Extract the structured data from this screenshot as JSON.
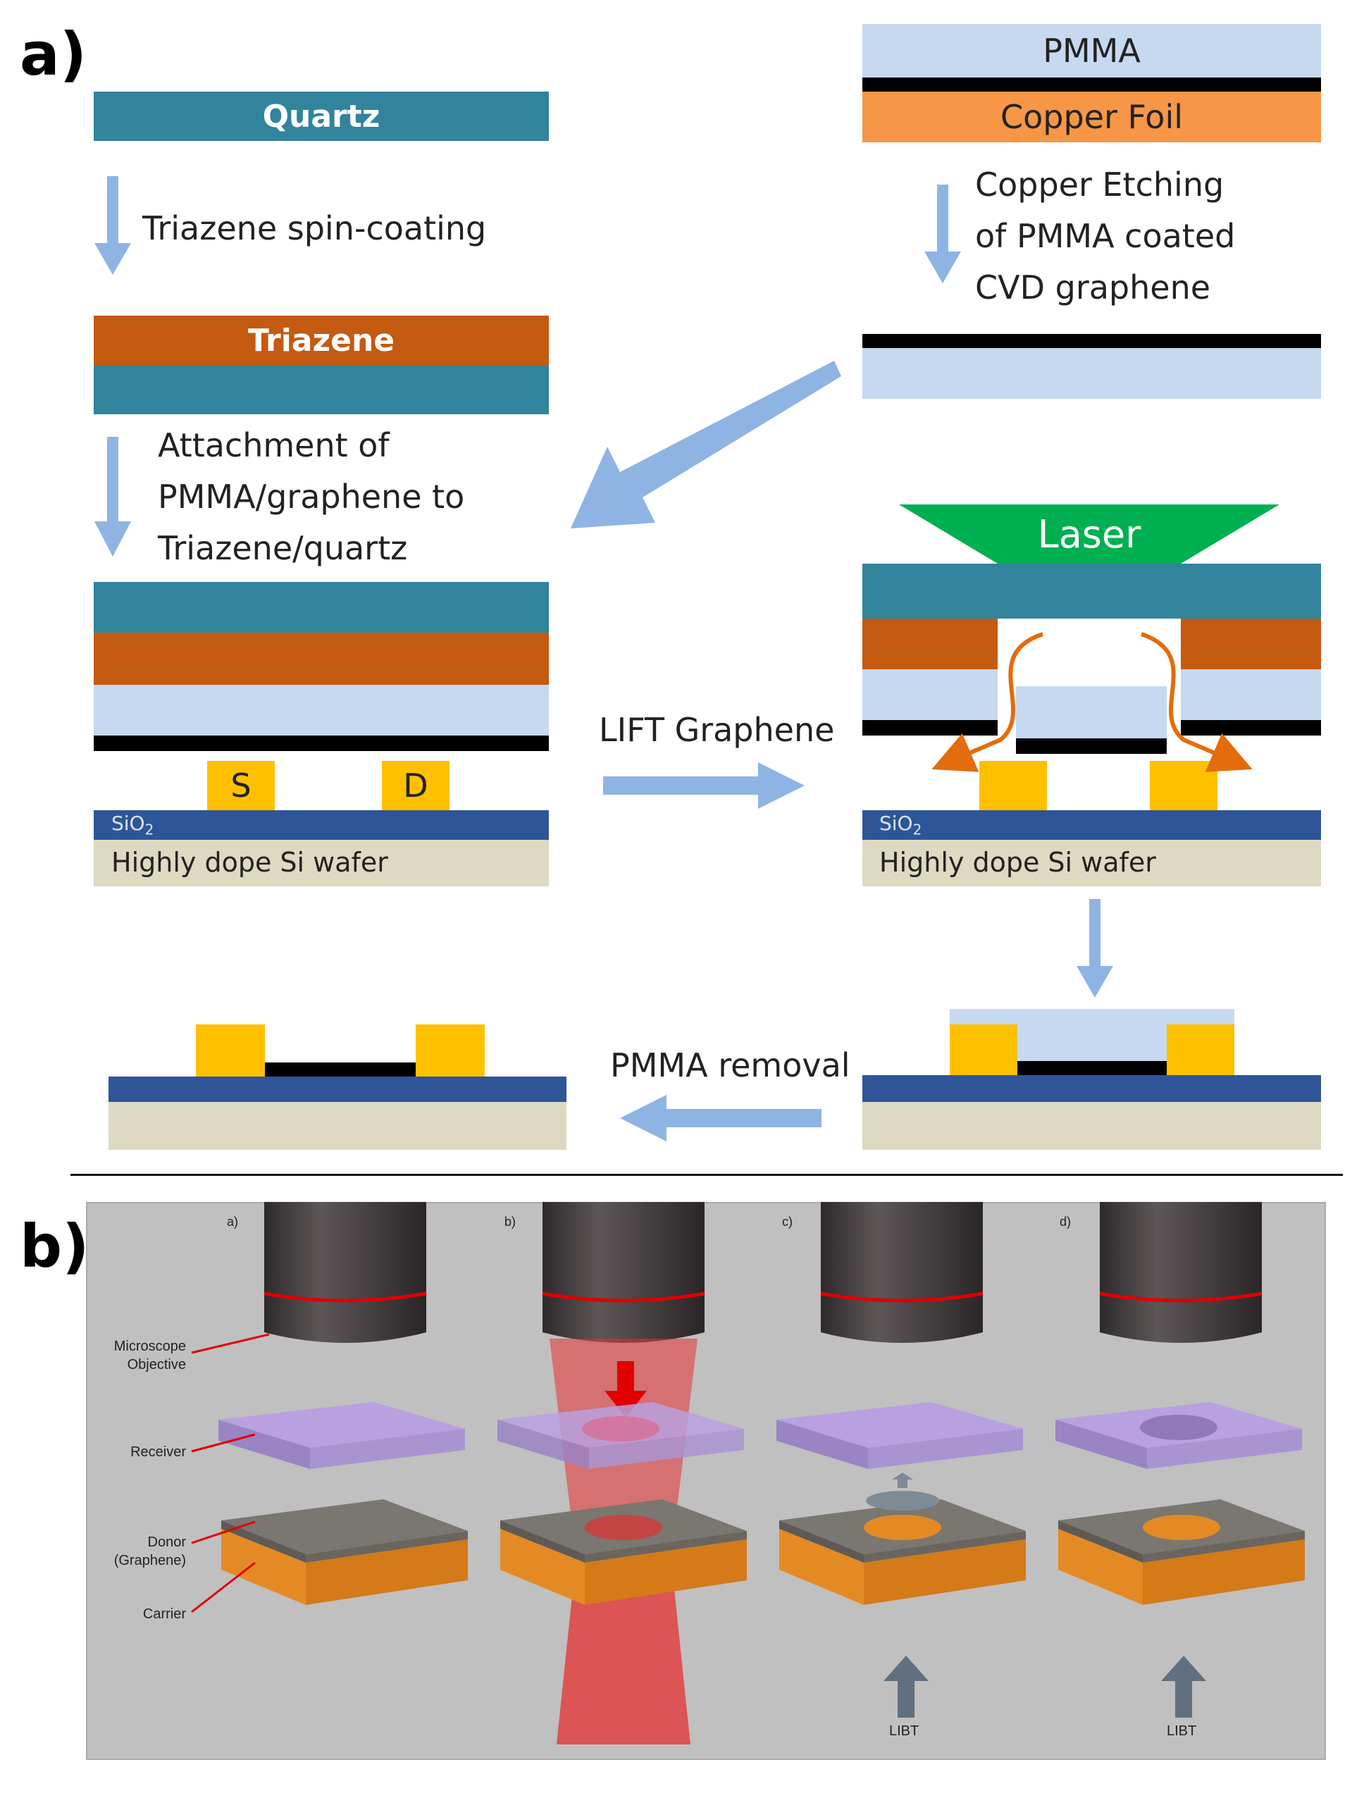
{
  "panel_a": {
    "label": "a)",
    "layers": {
      "quartz": "Quartz",
      "triazene": "Triazene",
      "pmma": "PMMA",
      "copper_foil": "Copper Foil",
      "laser": "Laser",
      "source": "S",
      "drain": "D",
      "sio2_base": "SiO",
      "sio2_sub": "2",
      "wafer": "Highly dope Si wafer"
    },
    "steps": {
      "spin_coating": "Triazene spin-coating",
      "attachment": [
        "Attachment of",
        "PMMA/graphene to",
        "Triazene/quartz"
      ],
      "etching": [
        "Copper Etching",
        "of PMMA coated",
        "CVD graphene"
      ],
      "lift": "LIFT Graphene",
      "pmma_removal": "PMMA removal"
    },
    "colors": {
      "quartz": "#31849b",
      "triazene": "#c55a11",
      "pmma": "#c6d9f1",
      "copper": "#f79646",
      "graphene": "#000000",
      "electrode": "#ffc000",
      "sio2": "#2e5597",
      "wafer": "#ddd9c3",
      "laser": "#00b050",
      "arrow": "#8eb4e3"
    }
  },
  "panel_b": {
    "label": "b)",
    "sub_labels": [
      "a)",
      "b)",
      "c)",
      "d)"
    ],
    "labels": {
      "objective": [
        "Microscope",
        "Objective"
      ],
      "receiver": "Receiver",
      "donor": [
        "Donor",
        "(Graphene)"
      ],
      "carrier": "Carrier",
      "libt": "LIBT"
    },
    "colors": {
      "background": "#c0c0c0",
      "objective": "#4a4546",
      "ring": "#e00000",
      "receiver": "#b9a0e0",
      "donor": "#7a7670",
      "carrier": "#e48a25",
      "beam": "#e53030",
      "libt_arrow": "#607080"
    }
  }
}
